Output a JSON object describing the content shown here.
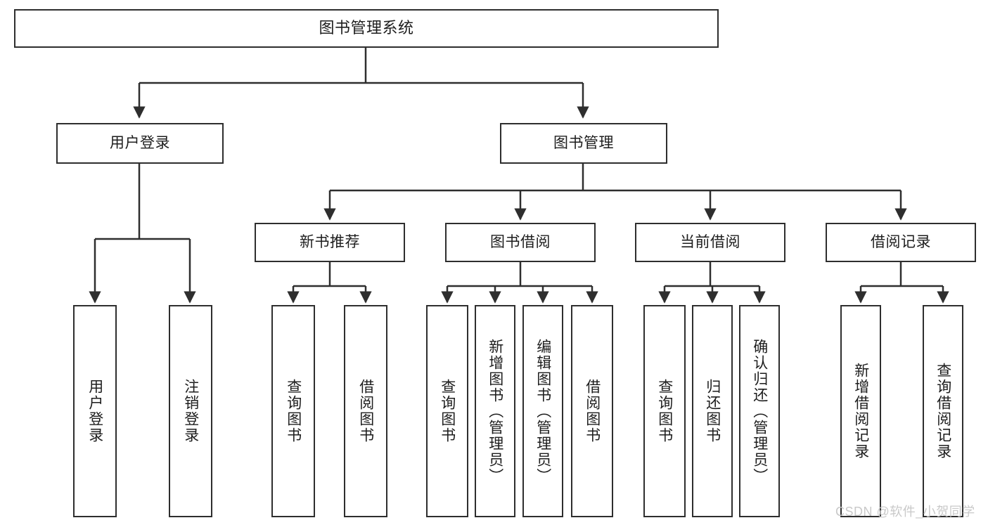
{
  "diagram": {
    "title": "图书管理系统",
    "type": "tree",
    "watermark": "CSDN @软件_小贺同学",
    "colors": {
      "stroke": "#2e2e2e",
      "fill": "#ffffff",
      "text": "#1d1d1d",
      "watermark": "#c9c9c9"
    },
    "root": {
      "label": "图书管理系统"
    },
    "level2": [
      {
        "label": "用户登录"
      },
      {
        "label": "图书管理"
      }
    ],
    "level3": [
      {
        "label": "新书推荐"
      },
      {
        "label": "图书借阅"
      },
      {
        "label": "当前借阅"
      },
      {
        "label": "借阅记录"
      }
    ],
    "leaves": {
      "user_login": [
        {
          "label": "用户登录"
        },
        {
          "label": "注销登录"
        }
      ],
      "new_book_recommend": [
        {
          "label": "查询图书"
        },
        {
          "label": "借阅图书"
        }
      ],
      "book_borrow": [
        {
          "label": "查询图书"
        },
        {
          "label": "新增图书（管理员）"
        },
        {
          "label": "编辑图书（管理员）"
        },
        {
          "label": "借阅图书"
        }
      ],
      "current_borrow": [
        {
          "label": "查询图书"
        },
        {
          "label": "归还图书"
        },
        {
          "label": "确认归还（管理员）"
        }
      ],
      "borrow_record": [
        {
          "label": "新增借阅记录"
        },
        {
          "label": "查询借阅记录"
        }
      ]
    }
  }
}
